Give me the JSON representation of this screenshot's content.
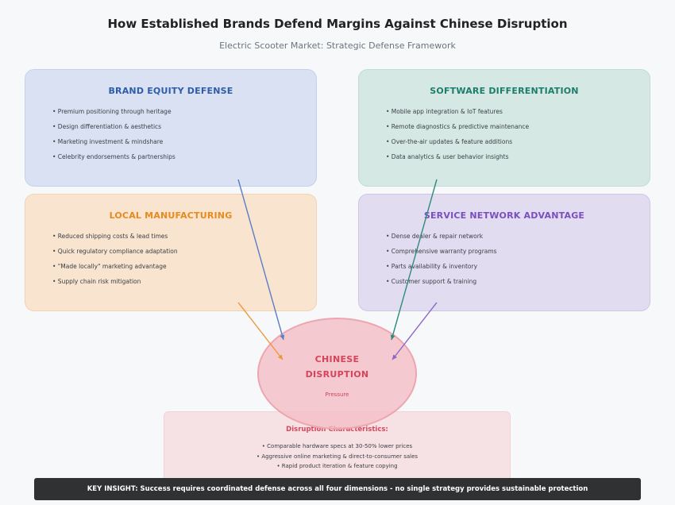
{
  "title": "How Established Brands Defend Margins Against Chinese Disruption",
  "subtitle": "Electric Scooter Market: Strategic Defense Framework",
  "boxes": {
    "brand": {
      "title": "BRAND EQUITY DEFENSE",
      "items": [
        "• Premium positioning through heritage",
        "• Design differentiation & aesthetics",
        "• Marketing investment & mindshare",
        "• Celebrity endorsements & partnerships"
      ],
      "color": "#2e5da8"
    },
    "software": {
      "title": "SOFTWARE DIFFERENTIATION",
      "items": [
        "• Mobile app integration & IoT features",
        "• Remote diagnostics & predictive maintenance",
        "• Over-the-air updates & feature additions",
        "• Data analytics & user behavior insights"
      ],
      "color": "#1d7d6b"
    },
    "local": {
      "title": "LOCAL MANUFACTURING",
      "items": [
        "• Reduced shipping costs & lead times",
        "• Quick regulatory compliance adaptation",
        "• \"Made locally\" marketing advantage",
        "• Supply chain risk mitigation"
      ],
      "color": "#e88a1c"
    },
    "service": {
      "title": "SERVICE NETWORK ADVANTAGE",
      "items": [
        "• Dense dealer & repair network",
        "• Comprehensive warranty programs",
        "• Parts availability & inventory",
        "• Customer support & training"
      ],
      "color": "#7a4fbf"
    }
  },
  "disruption": {
    "line1": "CHINESE",
    "line2": "DISRUPTION",
    "label": "Pressure",
    "color": "#d6435a"
  },
  "characteristics": {
    "title": "Disruption Characteristics:",
    "items": [
      "• Comparable hardware specs at 30-50% lower prices",
      "• Aggressive online marketing & direct-to-consumer sales",
      "• Rapid product iteration & feature copying"
    ]
  },
  "insight": "KEY INSIGHT: Success requires coordinated defense across all four dimensions - no single strategy provides sustainable protection"
}
